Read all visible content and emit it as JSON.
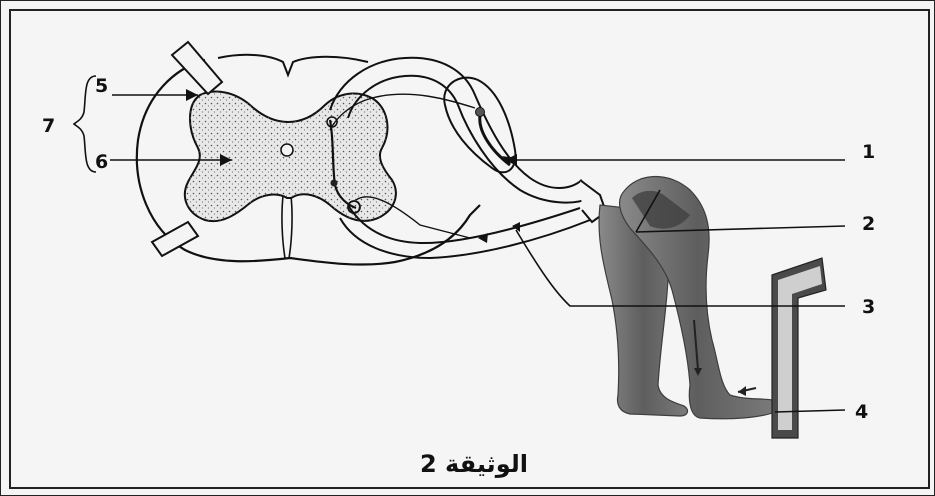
{
  "labels": {
    "l1": "1",
    "l2": "2",
    "l3": "3",
    "l4": "4",
    "l5": "5",
    "l6": "6",
    "l7": "7"
  },
  "caption": "الوثيقة 2",
  "colors": {
    "ink": "#111111",
    "grey_matter": "#e6e6e6",
    "leg": "#6b6b6b",
    "leg_dark": "#3d3d3d",
    "background": "#f4f4f4"
  },
  "icons": {
    "grey_matter": "stippled-grey-matter",
    "leg": "grey-silhouette-legs",
    "support": "dark-grey-step-block"
  }
}
